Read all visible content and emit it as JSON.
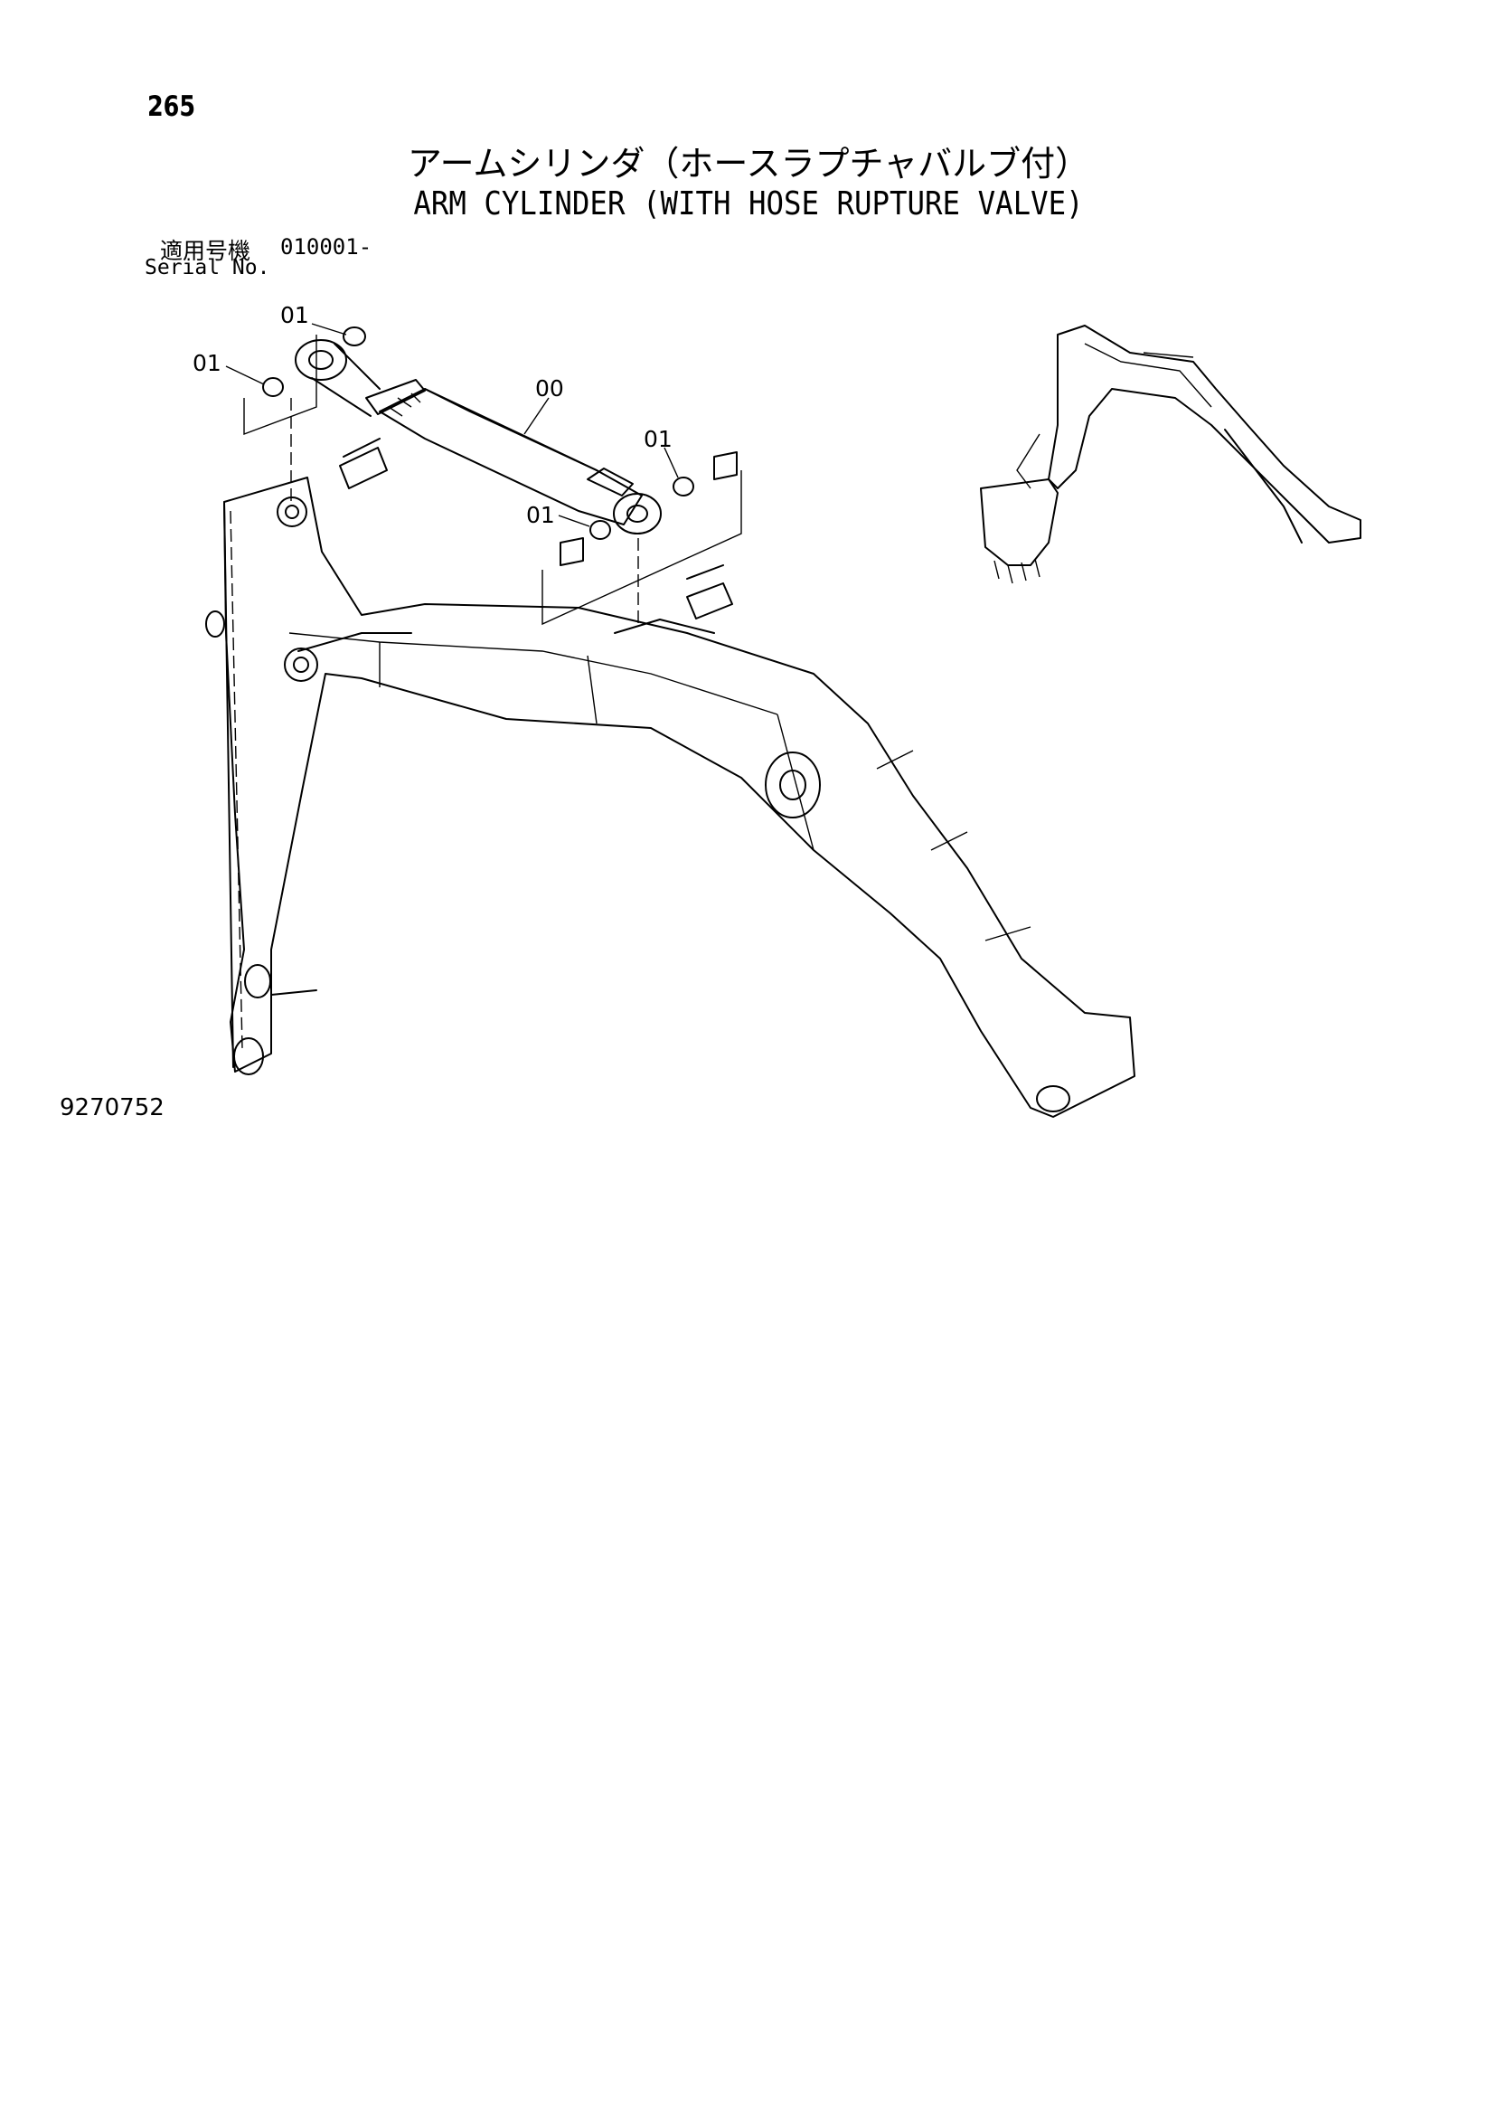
{
  "page": {
    "number": "265",
    "title_jp": "アームシリンダ（ホースラプチャバルブ付）",
    "title_en": "ARM CYLINDER (WITH HOSE RUPTURE VALVE)",
    "serial_label_jp": "適用号機",
    "serial_code": "010001-",
    "serial_label_en": "Serial No.",
    "figure_number": "9270752"
  },
  "callouts": [
    "01",
    "01",
    "00",
    "01",
    "01"
  ]
}
